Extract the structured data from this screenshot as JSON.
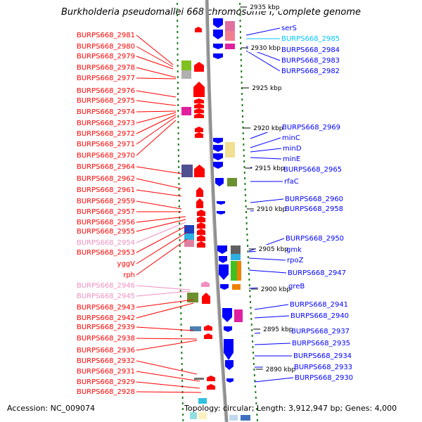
{
  "title": "Burkholderia pseudomallei 668 chromosome I, complete genome",
  "accession": "Accession: NC_009074",
  "summary": "Topology: circular; Length: 3,912,947 bp; Genes: 4,000",
  "colors": {
    "forward_gene": "#ff0000",
    "reverse_gene": "#0000ff",
    "pseudo_gene_label": "#f090c0",
    "special_label": "#00c8ff",
    "backbone": "#909090",
    "tick": "#208020"
  },
  "scale_labels": [
    "2935 kbp",
    "2930 kbp",
    "2925 kbp",
    "2920 kbp",
    "2915 kbp",
    "2910 kbp",
    "2905 kbp",
    "2900 kbp",
    "2895 kbp",
    "2890 kbp"
  ],
  "left_genes": [
    {
      "label": "BURPS668_2981",
      "type": "normal"
    },
    {
      "label": "BURPS668_2980",
      "type": "normal"
    },
    {
      "label": "BURPS668_2979",
      "type": "normal"
    },
    {
      "label": "BURPS668_2978",
      "type": "normal"
    },
    {
      "label": "BURPS668_2977",
      "type": "normal"
    },
    {
      "label": "BURPS668_2976",
      "type": "normal"
    },
    {
      "label": "BURPS668_2975",
      "type": "normal"
    },
    {
      "label": "BURPS668_2974",
      "type": "normal"
    },
    {
      "label": "BURPS668_2973",
      "type": "normal"
    },
    {
      "label": "BURPS668_2972",
      "type": "normal"
    },
    {
      "label": "BURPS668_2971",
      "type": "normal"
    },
    {
      "label": "BURPS668_2970",
      "type": "normal"
    },
    {
      "label": "BURPS668_2964",
      "type": "normal"
    },
    {
      "label": "BURPS668_2962",
      "type": "normal"
    },
    {
      "label": "BURPS668_2961",
      "type": "normal"
    },
    {
      "label": "BURPS668_2959",
      "type": "normal"
    },
    {
      "label": "BURPS668_2957",
      "type": "normal"
    },
    {
      "label": "BURPS668_2956",
      "type": "normal"
    },
    {
      "label": "BURPS668_2955",
      "type": "normal"
    },
    {
      "label": "BURPS668_2954",
      "type": "pseudo"
    },
    {
      "label": "BURPS668_2953",
      "type": "normal"
    },
    {
      "label": "yggV",
      "type": "normal"
    },
    {
      "label": "rph",
      "type": "normal"
    },
    {
      "label": "BURPS668_2946",
      "type": "pseudo"
    },
    {
      "label": "BURPS668_2945",
      "type": "pseudo"
    },
    {
      "label": "BURPS668_2943",
      "type": "normal"
    },
    {
      "label": "BURPS668_2942",
      "type": "normal"
    },
    {
      "label": "BURPS668_2939",
      "type": "normal"
    },
    {
      "label": "BURPS668_2938",
      "type": "normal"
    },
    {
      "label": "BURPS668_2936",
      "type": "normal"
    },
    {
      "label": "BURPS668_2932",
      "type": "normal"
    },
    {
      "label": "BURPS668_2931",
      "type": "normal"
    },
    {
      "label": "BURPS668_2929",
      "type": "normal"
    },
    {
      "label": "BURPS668_2928",
      "type": "normal"
    }
  ],
  "right_genes": [
    {
      "label": "serS",
      "type": "normal"
    },
    {
      "label": "BURPS668_2985",
      "type": "special"
    },
    {
      "label": "BURPS668_2984",
      "type": "normal"
    },
    {
      "label": "BURPS668_2983",
      "type": "normal"
    },
    {
      "label": "BURPS668_2982",
      "type": "normal"
    },
    {
      "label": "BURPS668_2969",
      "type": "normal"
    },
    {
      "label": "minC",
      "type": "normal"
    },
    {
      "label": "minD",
      "type": "normal"
    },
    {
      "label": "minE",
      "type": "normal"
    },
    {
      "label": "BURPS668_2965",
      "type": "normal"
    },
    {
      "label": "rfaC",
      "type": "normal"
    },
    {
      "label": "BURPS668_2960",
      "type": "normal"
    },
    {
      "label": "BURPS668_2958",
      "type": "normal"
    },
    {
      "label": "BURPS668_2950",
      "type": "normal"
    },
    {
      "label": "gmk",
      "type": "normal"
    },
    {
      "label": "rpoZ",
      "type": "normal"
    },
    {
      "label": "BURPS668_2947",
      "type": "normal"
    },
    {
      "label": "greB",
      "type": "normal"
    },
    {
      "label": "BURPS668_2941",
      "type": "normal"
    },
    {
      "label": "BURPS668_2940",
      "type": "normal"
    },
    {
      "label": "BURPS668_2937",
      "type": "normal"
    },
    {
      "label": "BURPS668_2935",
      "type": "normal"
    },
    {
      "label": "BURPS668_2934",
      "type": "normal"
    },
    {
      "label": "BURPS668_2933",
      "type": "normal"
    },
    {
      "label": "BURPS668_2930",
      "type": "normal"
    }
  ]
}
